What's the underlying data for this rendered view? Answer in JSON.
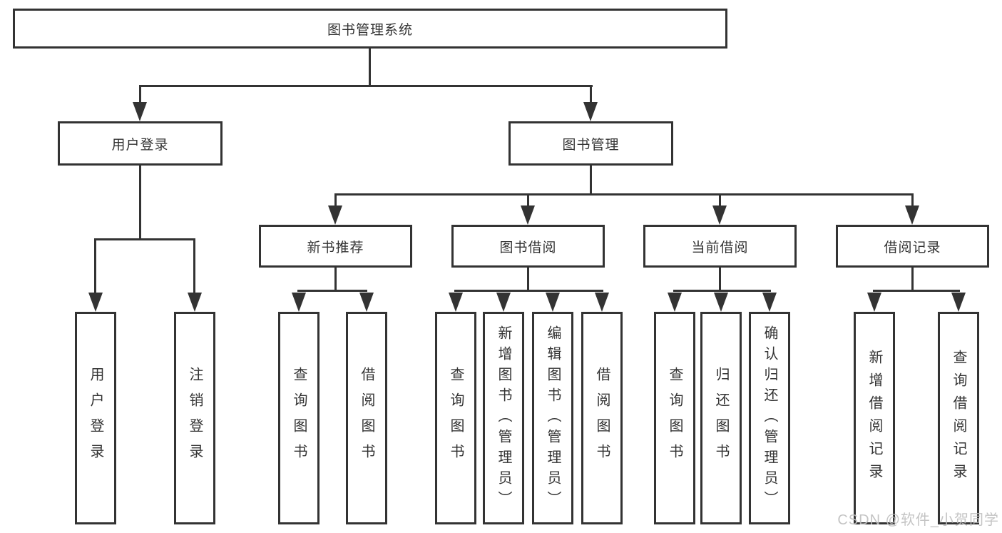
{
  "tree": {
    "root": {
      "label": "图书管理系统"
    },
    "level2": [
      {
        "label": "用户登录"
      },
      {
        "label": "图书管理"
      }
    ],
    "level3": [
      {
        "label": "新书推荐",
        "parent": "图书管理"
      },
      {
        "label": "图书借阅",
        "parent": "图书管理"
      },
      {
        "label": "当前借阅",
        "parent": "图书管理"
      },
      {
        "label": "借阅记录",
        "parent": "图书管理"
      }
    ],
    "leaves": [
      {
        "label": "用户登录",
        "parent": "用户登录"
      },
      {
        "label": "注销登录",
        "parent": "用户登录"
      },
      {
        "label": "查询图书",
        "parent": "新书推荐"
      },
      {
        "label": "借阅图书",
        "parent": "新书推荐"
      },
      {
        "label": "查询图书",
        "parent": "图书借阅"
      },
      {
        "label": "新增图书（管理员）",
        "parent": "图书借阅"
      },
      {
        "label": "编辑图书（管理员）",
        "parent": "图书借阅"
      },
      {
        "label": "借阅图书",
        "parent": "图书借阅"
      },
      {
        "label": "查询图书",
        "parent": "当前借阅"
      },
      {
        "label": "归还图书",
        "parent": "当前借阅"
      },
      {
        "label": "确认归还（管理员）",
        "parent": "当前借阅"
      },
      {
        "label": "新增借阅记录",
        "parent": "借阅记录"
      },
      {
        "label": "查询借阅记录",
        "parent": "借阅记录"
      }
    ]
  },
  "watermark": {
    "text": "CSDN @软件_小贺同学"
  },
  "colors": {
    "line": "#333333",
    "box_border": "#333333",
    "text": "#333333",
    "background": "#ffffff",
    "watermark": "#bfbfbf"
  }
}
